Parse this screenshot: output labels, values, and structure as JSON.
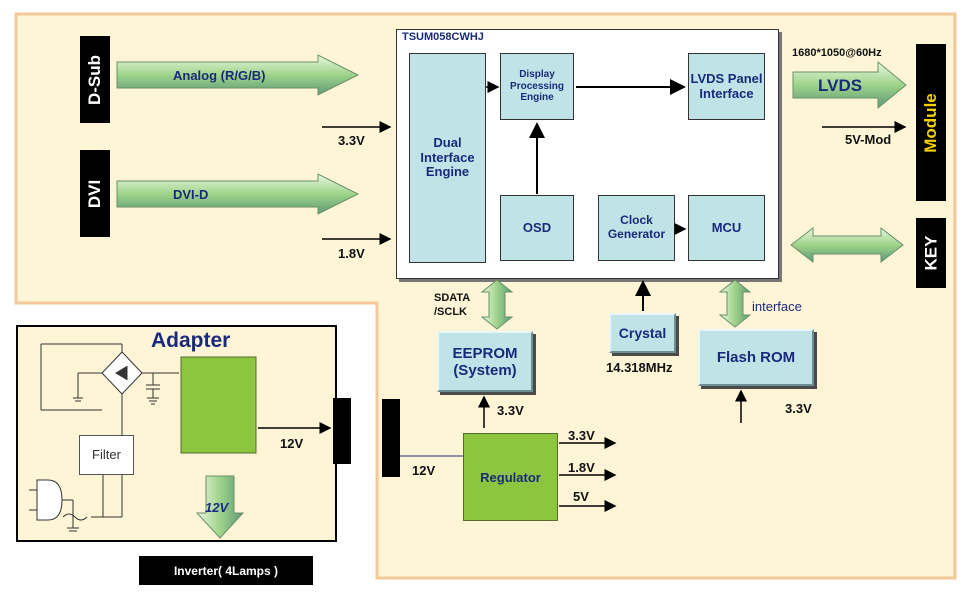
{
  "chip": {
    "title": "TSUM058CWHJ"
  },
  "blocks": {
    "dual_interface": "Dual Interface Engine",
    "display_processing": "Display Processing Engine",
    "lvds_panel": "LVDS Panel Interface",
    "osd": "OSD",
    "clock_gen": "Clock Generator",
    "mcu": "MCU",
    "eeprom": "EEPROM (System)",
    "crystal": "Crystal",
    "flash_rom": "Flash ROM",
    "regulator": "Regulator",
    "filter": "Filter"
  },
  "inputs": {
    "dsub": "D-Sub",
    "dvi": "DVI",
    "analog_arrow": "Analog (R/G/B)",
    "dvid_arrow": "DVI-D",
    "v33_in": "3.3V",
    "v18_in": "1.8V"
  },
  "outputs": {
    "resolution": "1680*1050@60Hz",
    "lvds": "LVDS",
    "mod5v": "5V-Mod",
    "module": "Module",
    "key": "KEY"
  },
  "labels": {
    "sdata_sclk": "SDATA /SCLK",
    "interface": "interface",
    "crystal_freq": "14.318MHz",
    "eeprom_v": "3.3V",
    "flash_v": "3.3V",
    "reg_in": "12V",
    "reg_out_33": "3.3V",
    "reg_out_18": "1.8V",
    "reg_out_5": "5V"
  },
  "adapter": {
    "title": "Adapter",
    "out_12v": "12V",
    "down_12v": "12V"
  },
  "inverter": "Inverter( 4Lamps )",
  "colors": {
    "board_fill": "#fdf5d6",
    "board_border": "#f3c89a",
    "block_fill": "#bfe3e6",
    "text_blue": "#1a2a7a",
    "green": "#8cc63f",
    "arrow_green": "#a9d88a"
  }
}
